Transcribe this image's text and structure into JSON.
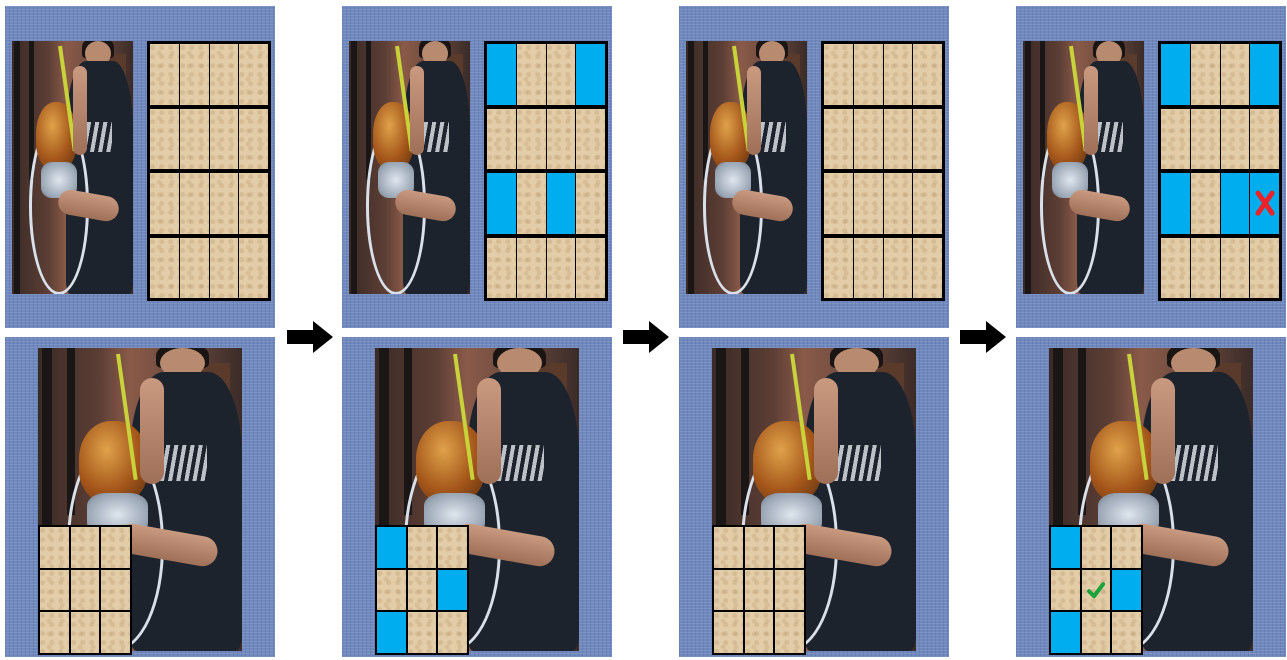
{
  "colors": {
    "panel_background": "#6f88bd",
    "grid_line": "#000000",
    "cell_inactive": "#e3cda8",
    "cell_active": "#00aeef",
    "arrow": "#000000",
    "wrong_mark": "#e8232a",
    "correct_mark": "#1aa33b"
  },
  "stages": [
    {
      "top_grid": [
        [
          0,
          0,
          0,
          0
        ],
        [
          0,
          0,
          0,
          0
        ],
        [
          0,
          0,
          0,
          0
        ],
        [
          0,
          0,
          0,
          0
        ]
      ],
      "bottom_grid": [
        [
          0,
          0,
          0
        ],
        [
          0,
          0,
          0
        ],
        [
          0,
          0,
          0
        ]
      ]
    },
    {
      "top_grid": [
        [
          1,
          0,
          0,
          1
        ],
        [
          0,
          0,
          0,
          0
        ],
        [
          1,
          0,
          1,
          0
        ],
        [
          0,
          0,
          0,
          0
        ]
      ],
      "bottom_grid": [
        [
          1,
          0,
          0
        ],
        [
          0,
          0,
          1
        ],
        [
          1,
          0,
          0
        ]
      ]
    },
    {
      "top_grid": [
        [
          0,
          0,
          0,
          0
        ],
        [
          0,
          0,
          0,
          0
        ],
        [
          0,
          0,
          0,
          0
        ],
        [
          0,
          0,
          0,
          0
        ]
      ],
      "bottom_grid": [
        [
          0,
          0,
          0
        ],
        [
          0,
          0,
          0
        ],
        [
          0,
          0,
          0
        ]
      ]
    },
    {
      "top_grid": [
        [
          1,
          0,
          0,
          1
        ],
        [
          0,
          0,
          0,
          0
        ],
        [
          1,
          0,
          1,
          1
        ],
        [
          0,
          0,
          0,
          0
        ]
      ],
      "bottom_grid": [
        [
          1,
          0,
          0
        ],
        [
          0,
          0,
          1
        ],
        [
          1,
          0,
          0
        ]
      ],
      "top_marks": [
        {
          "row": 2,
          "col": 3,
          "icon": "cross-icon"
        }
      ],
      "bottom_marks": [
        {
          "row": 1,
          "col": 1,
          "icon": "check-icon"
        }
      ]
    }
  ],
  "arrows": [
    {
      "icon": "right-arrow-icon"
    },
    {
      "icon": "right-arrow-icon"
    },
    {
      "icon": "right-arrow-icon"
    }
  ]
}
